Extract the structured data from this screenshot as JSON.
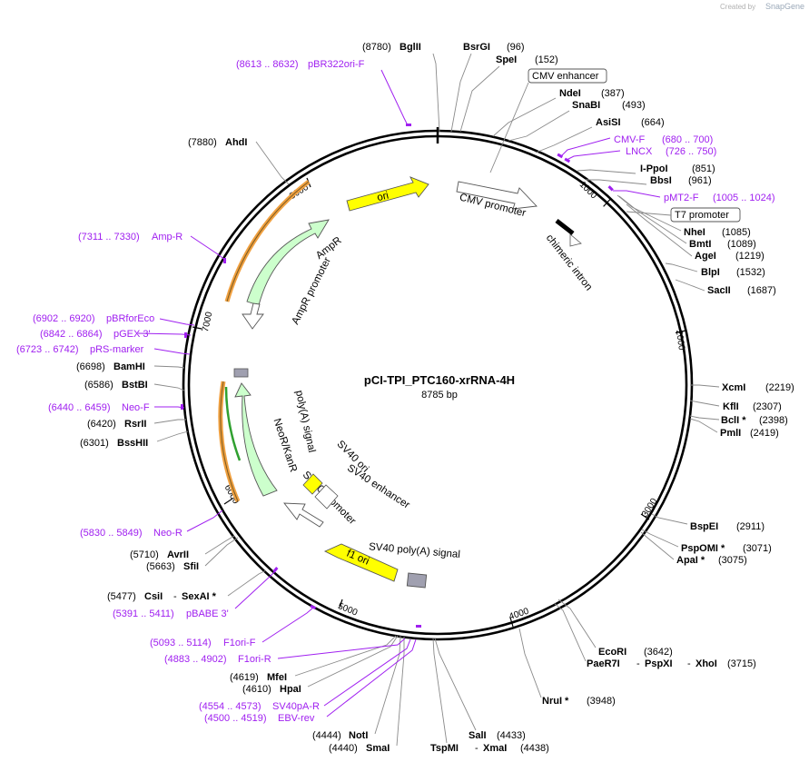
{
  "watermark": {
    "text": "Created by",
    "brand": "SnapGene"
  },
  "plasmid": {
    "name": "pCI-TPI_PTC160-xrRNA-4H",
    "size": "8785 bp"
  },
  "ticks": [
    "1000",
    "2000",
    "3000",
    "4000",
    "5000",
    "6000",
    "7000",
    "8000"
  ],
  "features": [
    {
      "key": "ori",
      "label": "ori",
      "color": "#ffff00"
    },
    {
      "key": "cmv",
      "label": "CMV promoter",
      "color": "#ffffff"
    },
    {
      "key": "intron",
      "label": "chimeric intron",
      "color": "#ffffff"
    },
    {
      "key": "ampr",
      "label": "AmpR",
      "color": "#ccffcc"
    },
    {
      "key": "amprp",
      "label": "AmpR promoter",
      "color": "#ffffff"
    },
    {
      "key": "polya",
      "label": "poly(A) signal",
      "color": "#a0a0b0"
    },
    {
      "key": "neor",
      "label": "NeoR/KanR",
      "color": "#ccffcc"
    },
    {
      "key": "sv40p",
      "label": "SV40 promoter",
      "color": "#ffffff"
    },
    {
      "key": "sv40ori",
      "label": "SV40 ori",
      "color": "#ffff00"
    },
    {
      "key": "sv40enh",
      "label": "SV40 enhancer",
      "color": "#ffffff"
    },
    {
      "key": "f1ori",
      "label": "f1 ori",
      "color": "#ffff00"
    },
    {
      "key": "sv40pa",
      "label": "SV40 poly(A) signal",
      "color": "#a0a0b0"
    }
  ],
  "boxed_labels": [
    "CMV enhancer",
    "T7 promoter"
  ],
  "sites": [
    {
      "name": "BglII",
      "pos": "(8780)"
    },
    {
      "name": "BsrGI",
      "pos": "(96)"
    },
    {
      "name": "SpeI",
      "pos": "(152)"
    },
    {
      "name": "NdeI",
      "pos": "(387)"
    },
    {
      "name": "SnaBI",
      "pos": "(493)"
    },
    {
      "name": "AsiSI",
      "pos": "(664)"
    },
    {
      "name": "I-PpoI",
      "pos": "(851)"
    },
    {
      "name": "BbsI",
      "pos": "(961)"
    },
    {
      "name": "NheI",
      "pos": "(1085)"
    },
    {
      "name": "BmtI",
      "pos": "(1089)"
    },
    {
      "name": "AgeI",
      "pos": "(1219)"
    },
    {
      "name": "BlpI",
      "pos": "(1532)"
    },
    {
      "name": "SacII",
      "pos": "(1687)"
    },
    {
      "name": "XcmI",
      "pos": "(2219)"
    },
    {
      "name": "KflI",
      "pos": "(2307)"
    },
    {
      "name": "BclI *",
      "pos": "(2398)"
    },
    {
      "name": "PmlI",
      "pos": "(2419)"
    },
    {
      "name": "BspEI",
      "pos": "(2911)"
    },
    {
      "name": "PspOMI *",
      "pos": "(3071)"
    },
    {
      "name": "ApaI *",
      "pos": "(3075)"
    },
    {
      "name": "EcoRI",
      "pos": "(3642)"
    },
    {
      "name": "PaeR7I",
      "pos": "(3715)"
    },
    {
      "name": "PspXI",
      "pos": ""
    },
    {
      "name": "XhoI",
      "pos": ""
    },
    {
      "name": "NruI *",
      "pos": "(3948)"
    },
    {
      "name": "SalI",
      "pos": "(4433)"
    },
    {
      "name": "TspMI",
      "pos": "(4438)"
    },
    {
      "name": "XmaI",
      "pos": ""
    },
    {
      "name": "NotI",
      "pos": "(4444)"
    },
    {
      "name": "SmaI",
      "pos": "(4440)"
    },
    {
      "name": "MfeI",
      "pos": "(4619)"
    },
    {
      "name": "HpaI",
      "pos": "(4610)"
    },
    {
      "name": "CsiI",
      "pos": "(5477)"
    },
    {
      "name": "SexAI *",
      "pos": ""
    },
    {
      "name": "AvrII",
      "pos": "(5710)"
    },
    {
      "name": "SfiI",
      "pos": "(5663)"
    },
    {
      "name": "BssHII",
      "pos": "(6301)"
    },
    {
      "name": "RsrII",
      "pos": "(6420)"
    },
    {
      "name": "BstBI",
      "pos": "(6586)"
    },
    {
      "name": "BamHI",
      "pos": "(6698)"
    },
    {
      "name": "AhdI",
      "pos": "(7880)"
    }
  ],
  "primers": [
    {
      "name": "pBR322ori-F",
      "range": "(8613 .. 8632)"
    },
    {
      "name": "CMV-F",
      "range": "(680 .. 700)"
    },
    {
      "name": "LNCX",
      "range": "(726 .. 750)"
    },
    {
      "name": "pMT2-F",
      "range": "(1005 .. 1024)"
    },
    {
      "name": "Amp-R",
      "range": "(7311 .. 7330)"
    },
    {
      "name": "pBRforEco",
      "range": "(6902 .. 6920)"
    },
    {
      "name": "pGEX 3'",
      "range": "(6842 .. 6864)"
    },
    {
      "name": "pRS-marker",
      "range": "(6723 .. 6742)"
    },
    {
      "name": "Neo-F",
      "range": "(6440 .. 6459)"
    },
    {
      "name": "Neo-R",
      "range": "(5830 .. 5849)"
    },
    {
      "name": "pBABE 3'",
      "range": "(5391 .. 5411)"
    },
    {
      "name": "F1ori-F",
      "range": "(5093 .. 5114)"
    },
    {
      "name": "F1ori-R",
      "range": "(4883 .. 4902)"
    },
    {
      "name": "SV40pA-R",
      "range": "(4554 .. 4573)"
    },
    {
      "name": "EBV-rev",
      "range": "(4500 .. 4519)"
    }
  ],
  "colors": {
    "primer": "#a020f0",
    "orf": "#f0a040",
    "backbone": "#000000",
    "feature_outline": "#555555"
  }
}
